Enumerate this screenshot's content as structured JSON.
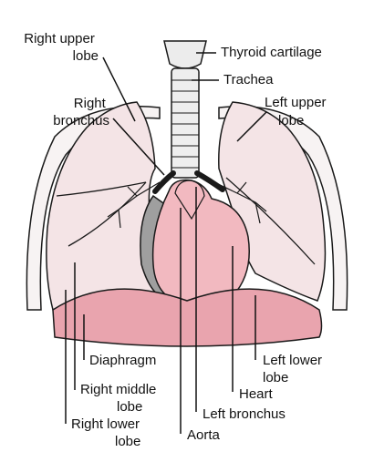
{
  "colors": {
    "lung_fill": "#f4e4e6",
    "heart_fill": "#f2b9c0",
    "heart_shadow": "#9f9f9f",
    "diaphragm_fill": "#e9a4ae",
    "outline": "#1a1a1a",
    "label_text": "#111111"
  },
  "labels": {
    "right_upper_lobe": [
      "Right upper",
      "lobe"
    ],
    "right_bronchus": [
      "Right",
      "bronchus"
    ],
    "thyroid_cartilage": [
      "Thyroid cartilage"
    ],
    "trachea": [
      "Trachea"
    ],
    "left_upper_lobe": [
      "Left upper",
      "lobe"
    ],
    "diaphragm": [
      "Diaphragm"
    ],
    "left_lower_lobe": [
      "Left lower",
      "lobe"
    ],
    "right_middle_lobe": [
      "Right middle",
      "lobe"
    ],
    "heart": [
      "Heart"
    ],
    "left_bronchus": [
      "Left bronchus"
    ],
    "right_lower_lobe": [
      "Right lower",
      "lobe"
    ],
    "aorta": [
      "Aorta"
    ]
  }
}
